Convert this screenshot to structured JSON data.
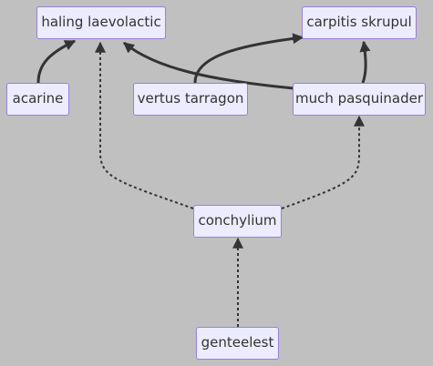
{
  "nodes": {
    "haling": "haling laevolactic",
    "carpitis": "carpitis skrupul",
    "acarine": "acarine",
    "vertus": "vertus tarragon",
    "much": "much pasquinader",
    "conchylium": "conchylium",
    "genteelest": "genteelest"
  },
  "edges": [
    {
      "from": "acarine",
      "to": "haling laevolactic",
      "style": "solid"
    },
    {
      "from": "much pasquinader",
      "to": "haling laevolactic",
      "style": "solid"
    },
    {
      "from": "vertus tarragon",
      "to": "carpitis skrupul",
      "style": "solid"
    },
    {
      "from": "much pasquinader",
      "to": "carpitis skrupul",
      "style": "solid"
    },
    {
      "from": "conchylium",
      "to": "haling laevolactic",
      "style": "dotted"
    },
    {
      "from": "conchylium",
      "to": "much pasquinader",
      "style": "dotted"
    },
    {
      "from": "genteelest",
      "to": "conchylium",
      "style": "dotted"
    }
  ],
  "colors": {
    "background": "#c0c0c0",
    "node_fill": "#ececfe",
    "node_border": "#9a7fd8",
    "edge": "#333333",
    "text": "#333333"
  }
}
